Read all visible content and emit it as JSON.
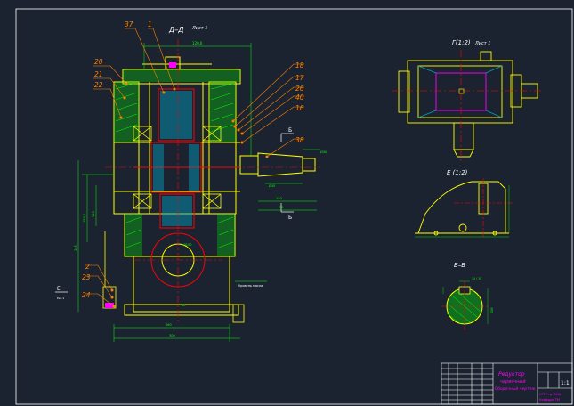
{
  "colors": {
    "background": "#1c2330",
    "frame": "#ffffff",
    "outline": "#ffff00",
    "dimension": "#00ff00",
    "leader": "#ff8000",
    "hatch": "#00ff00",
    "accent": "#ff0000",
    "fill": "#00a0c0",
    "magenta": "#ff00ff",
    "blue": "#2060ff"
  },
  "main_view": {
    "section_label": "Д–Д",
    "sheet_note": "Лист 1",
    "top_dim": "120,6",
    "right_label": "Б",
    "right_label_low": "Б",
    "note_text": "Уровень масла",
    "left_marker": "Е",
    "left_note": "Рис.1",
    "dims": {
      "d1": "Ø40",
      "d2": "150,5",
      "d3": "140",
      "d4": "145",
      "d5": "160",
      "d6": "Ø45",
      "d7": "300",
      "d8": "120",
      "d9": "Ø100",
      "d10": "50",
      "d11": "40"
    },
    "parts": {
      "p37": "37",
      "p1": "1",
      "p20": "20",
      "p21": "21",
      "p22": "22",
      "p18": "18",
      "p17": "17",
      "p26": "26",
      "p40": "40",
      "p16": "16",
      "p38": "38",
      "p2": "2",
      "p23": "23",
      "p24": "24"
    }
  },
  "view_g": {
    "label": "Г(1:2)",
    "sheet_note": "Лист 1"
  },
  "view_e": {
    "label": "Е (1:2)"
  },
  "view_bb": {
    "label": "Б–Б",
    "dim_top": "14 / 10",
    "dim_side": "Ø38"
  },
  "title_block": {
    "title_line1": "Редуктор",
    "title_line2": "червячный",
    "title_line3": "Сборочный чертеж",
    "scale": "1:1",
    "org_line1": "СГТУ гр. ЭМА",
    "org_line2": "Кафедра ТМ"
  }
}
